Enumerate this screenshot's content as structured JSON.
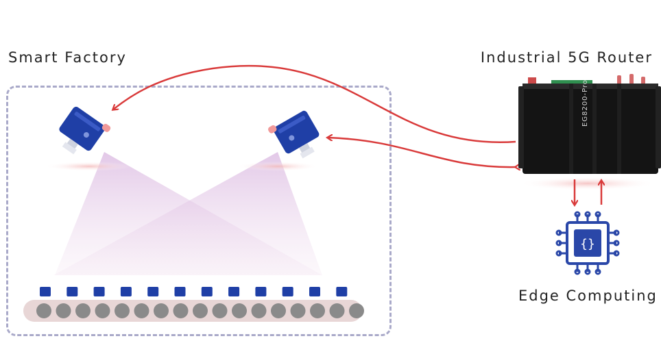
{
  "labels": {
    "factory": "Smart Factory",
    "router": "Industrial 5G Router",
    "edge": "Edge Computing"
  },
  "router": {
    "model": "EG8200-Pro"
  },
  "icons": {
    "camera": "industrial-camera-icon",
    "router": "router-device-icon",
    "chip": "edge-chip-icon",
    "arrow": "data-flow-arrow"
  },
  "colors": {
    "camera_blue": "#1f3fa6",
    "arrow_red": "#d93a3a",
    "dash_border": "#a9a9c9",
    "beam_pink": "#e9c9e6",
    "conveyor_belt": "#e8d6d6",
    "roller_grey": "#8a8a8a",
    "router_black": "#141414",
    "chip_blue": "#2a47a8"
  }
}
